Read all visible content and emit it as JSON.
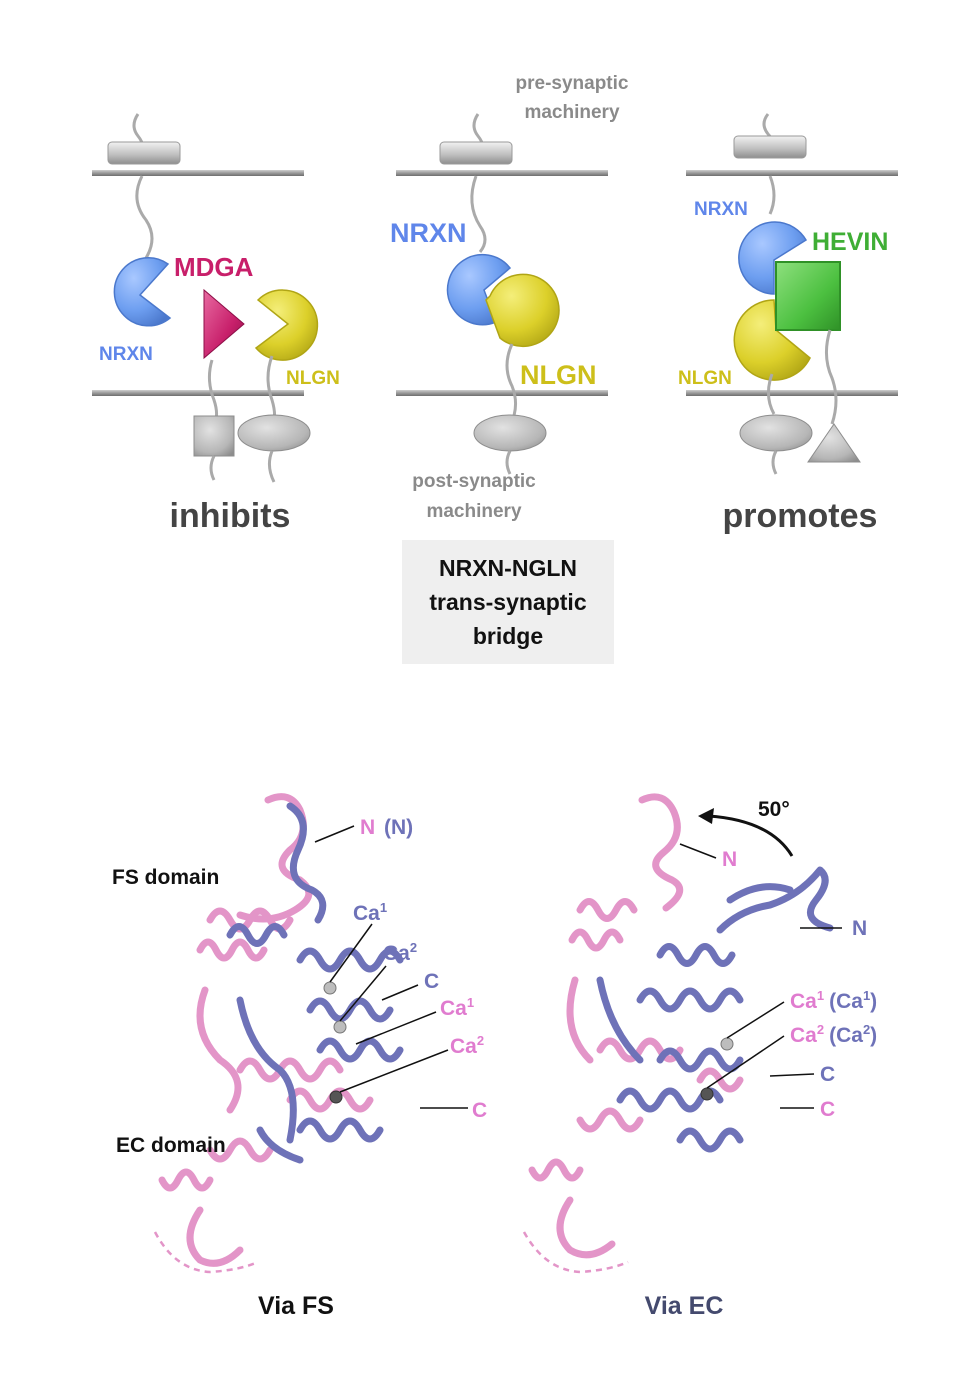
{
  "top": {
    "pre_synaptic": [
      "pre-synaptic",
      "machinery"
    ],
    "post_synaptic": [
      "post-synaptic",
      "machinery"
    ],
    "panel_inhibits": {
      "nrxn": "NRXN",
      "mdga": "MDGA",
      "nlgn": "NLGN",
      "caption": "inhibits"
    },
    "panel_bridge": {
      "nrxn": "NRXN",
      "nlgn": "NLGN"
    },
    "panel_promotes": {
      "nrxn": "NRXN",
      "hevin": "HEVIN",
      "nlgn": "NLGN",
      "caption": "promotes"
    },
    "bridge_box": [
      "NRXN-NGLN",
      "trans-synaptic",
      "bridge"
    ]
  },
  "bottom": {
    "left": {
      "n_label": "N",
      "n_label_paren": "(N)",
      "fs_domain": "FS domain",
      "ec_domain": "EC domain",
      "ca1_blue": "Ca",
      "ca1_blue_sup": "1",
      "ca2_blue": "Ca",
      "ca2_blue_sup": "2",
      "c_blue": "C",
      "ca1_pink": "Ca",
      "ca1_pink_sup": "1",
      "ca2_pink": "Ca",
      "ca2_pink_sup": "2",
      "c_pink": "C",
      "caption": "Via FS"
    },
    "right": {
      "angle": "50°",
      "n_pink": "N",
      "n_blue": "N",
      "ca1": "Ca",
      "ca1_sup": "1",
      "ca1_paren": "(Ca",
      "ca1_paren_sup": "1",
      "ca1_close": ")",
      "ca2": "Ca",
      "ca2_sup": "2",
      "ca2_paren": "(Ca",
      "ca2_paren_sup": "2",
      "ca2_close": ")",
      "c_blue": "C",
      "c_pink": "C",
      "caption": "Via EC"
    }
  },
  "colors": {
    "nrxn_blue": "#6699ee",
    "nlgn_yellow": "#d8cf22",
    "mdga_magenta": "#c81f6a",
    "hevin_green": "#3fae35",
    "pink_protein": "#e395c8",
    "blue_protein": "#6e72b8",
    "grey_label": "#8a8a8a"
  }
}
